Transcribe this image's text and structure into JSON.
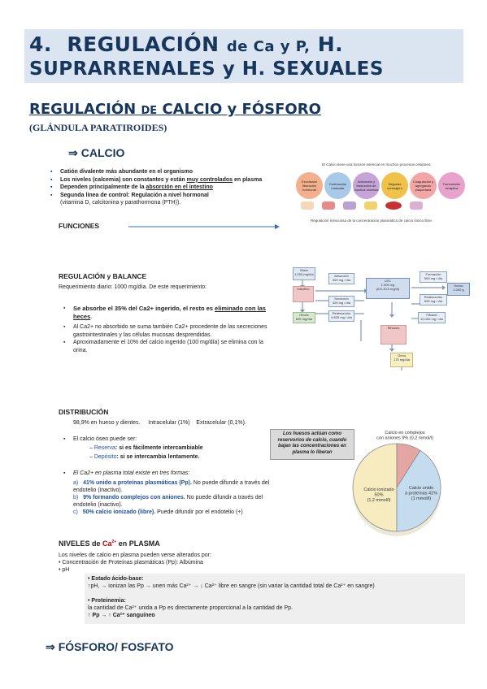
{
  "title": {
    "num": "4.",
    "word1": "REGULACIÓN",
    "de": "de Ca y P,",
    "h": "H.",
    "line2": "SUPRARRENALES y H. SEXUALES"
  },
  "section": {
    "title_a": "REGULACIÓN",
    "title_de": "DE",
    "title_b": "CALCIO y FÓSFORO",
    "subtitle": "(GLÁNDULA PARATIROIDES)"
  },
  "calcio": {
    "arrow": "⇒",
    "heading": "CALCIO",
    "bullets": [
      {
        "pre": "Catión divalente más abundante en el organismo",
        "u": "",
        "post": ""
      },
      {
        "pre": "Los niveles (calcemia) son constantes y están ",
        "u": "muy controlados",
        "post": " en plasma"
      },
      {
        "pre": "Dependen principalmente de la ",
        "u": "absorción en el intestino",
        "post": ""
      },
      {
        "pre": "Segunda línea de control: Regulación a nivel hormonal",
        "u": "",
        "post": ""
      }
    ],
    "bullet4_extra": "(vitamina D, calcitonina y parathormona (PTH)).",
    "funciones": "FUNCIONES"
  },
  "fig1": {
    "caption_top": "El Calcio tiene una función esencial en muchos procesos celulares:",
    "caption_bottom": "Regulación minuciosa de la concentración plasmática de calcio iónico libre.",
    "circles": [
      {
        "label": "Exocitosis/ liberación hormonal",
        "color": "#f3b08c"
      },
      {
        "label": "Contracción muscular",
        "color": "#a9c9e8"
      },
      {
        "label": "Activación y traducción de muchos enzimas",
        "color": "#c6a4d8"
      },
      {
        "label": "Segundo mensajero",
        "color": "#f0c24a"
      },
      {
        "label": "Coagulación y agregación plaquetaria",
        "color": "#f4a6a6"
      },
      {
        "label": "Transmisión sináptica",
        "color": "#e7a3cc"
      }
    ]
  },
  "regulacion": {
    "heading": "REGULACIÓN y BALANCE",
    "intro": "Requerimiento diario: 1000 mg/día. De este requerimiento:",
    "main_bullet_pre": "Se absorbe el 35% del Ca2+ ingerido, el resto es ",
    "main_bullet_u": "eliminado con las heces",
    "main_bullet_post": ".",
    "sub_bullets": [
      "Al Ca2+ no absorbido se suma también Ca2+ procedente de las secreciones gastrointestinales y las células mucosas desprendidas.",
      "Aproximadamente el 10% del calcio ingerido (100 mg/día) se elimina con la orina."
    ]
  },
  "fig2": {
    "dieta": "Dieta\n1.000 mg/día",
    "intestino": "Intestino",
    "heces": "Heces\n825 mg/día",
    "absorcion": "Absorción\n300 mg / día",
    "secrecion": "Secreción\n325 mg / día",
    "reabsorcion_net": "Reabsorción\n9.825 mg / día",
    "lec": "LEC\n1.000 mg\n(8,5-10,5 mg/dl)",
    "formacion": "Formación\n500 mg / día",
    "reabsorcion": "Reabsorción\n500 mg / día",
    "filtrado": "Filtrado\n10.000 mg / día",
    "hueso": "Hueso\n1.000 g",
    "rinones": "Riñones",
    "orina": "Orina\n175 mg/día"
  },
  "distribucion": {
    "heading": "DISTRIBUCIÓN",
    "line": "98,9% en hueso y dientes.",
    "intra": "Intracelular (1%)",
    "extra": "Extracelular (0,1%).",
    "bullet1": "El calcio óseo puede ser:",
    "reserva_label": "Reserva",
    "reserva_text": ": si es fácilmente intercambiable",
    "deposito_label": "Depósito",
    "deposito_text": ": si se intercambia lentamente.",
    "bullet2": "El Ca2+ en plasma total existe en tres formas:",
    "forms": [
      {
        "letter": "a)",
        "bold": "41% unido a proteínas plasmáticas (Pp).",
        "rest": " No puede difundir a través del endotelio (inactivo)."
      },
      {
        "letter": "b)",
        "bold": "9% formando complejos con aniones.",
        "rest": " No puede difundir a través del endotelio (inactivo)."
      },
      {
        "letter": "c)",
        "bold": "50% calcio ionizado (libre).",
        "rest": " Puede difundir por el endotelio (+)"
      }
    ]
  },
  "pie_note": "Los huesos actúan como reservorios de calcio, cuando bajan las concentraciones en plasma lo liberan",
  "chart_data": {
    "type": "pie",
    "slices": [
      {
        "label": "Calcio ionizado",
        "pct": "50%",
        "amount": "(1,2 mmol/l)",
        "value": 50,
        "color": "#f6ecc0"
      },
      {
        "label": "Calcio unido a proteínas 41%",
        "amount": "(1 mmol/l)",
        "value": 41,
        "color": "#c5dcee"
      },
      {
        "label": "Calcio en complejos con aniones 9% (0,2 mmol/l)",
        "value": 9,
        "color": "#e3a6a3"
      }
    ]
  },
  "niveles": {
    "heading_pre": "NIVELES de",
    "heading_ca": "Ca",
    "heading_sup": "2+",
    "heading_post": "en  PLASMA",
    "intro": "Los niveles de calcio en plasma pueden verse alterados por:",
    "item1": "• Concentración de Proteínas plasmáticas (Pp): Albúmina",
    "item2": "• pH",
    "box1_title": "• Estado ácido-base:",
    "box1_line": "↑pH, → ionizan las Pp → unen más Ca²⁺ → ↓ Ca²⁺ libre en sangre    (sin variar la cantidad total de Ca²⁺ en sangre)",
    "box2_title": "• Proteinemia:",
    "box2_line1": "la cantidad de Ca²⁺ unida a Pp es directamente proporcional a la cantidad de Pp.",
    "box2_line2": "↑ Pp → ↑ Ca²⁺ sanguíneo"
  },
  "fosforo": {
    "arrow": "⇒",
    "heading": "FÓSFORO/ FOSFATO"
  }
}
